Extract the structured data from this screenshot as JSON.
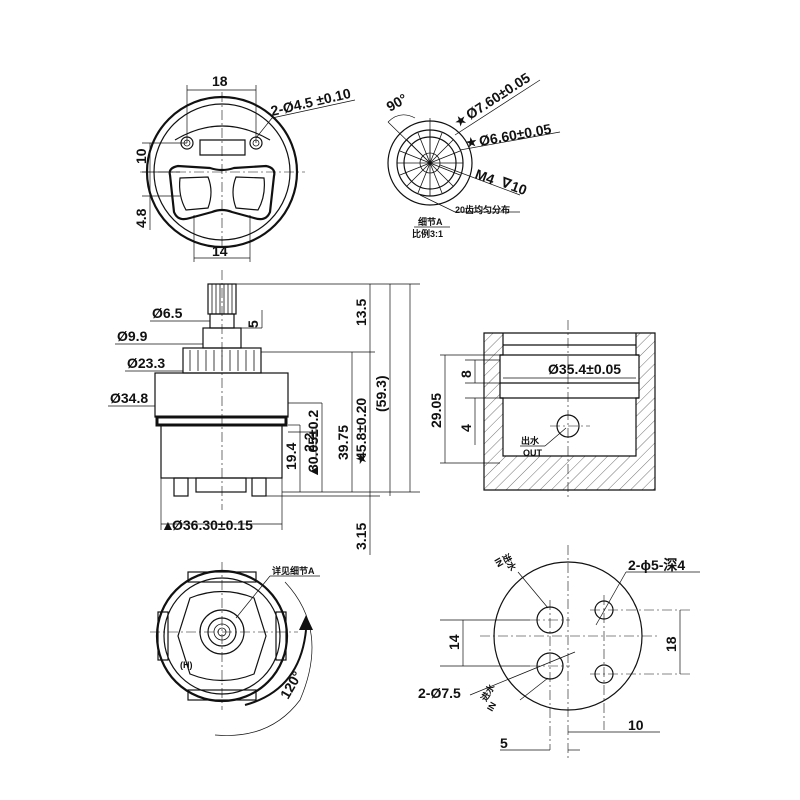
{
  "top_left_view": {
    "dim_top": "18",
    "dim_holes": "2-Ø4.5 ±0.10",
    "dim_left_upper": "10",
    "dim_left_lower": "4.8",
    "dim_bottom": "14"
  },
  "detail_view": {
    "angle": "90°",
    "dim_outer": "Ø7.60±0.05",
    "dim_inner": "Ø6.60±0.05",
    "thread": "M4",
    "thread_depth": "10",
    "teeth_note": "20齿均匀分布",
    "title": "细节A",
    "scale": "比例3:1"
  },
  "side_view": {
    "d_stem": "Ø6.5",
    "d_collar": "Ø9.9",
    "d_cap": "Ø23.3",
    "d_body": "Ø34.8",
    "d_base": "Ø36.30±0.15",
    "h_stem_step": "5",
    "h_stem": "13.5",
    "h_total_ref": "(59.3)",
    "h_body": "45.8±0.20",
    "h_cap": "39.75",
    "h_seal": "30.05±0.2",
    "h_lower": "19.4",
    "h_groove": "2.2",
    "h_foot": "3.15"
  },
  "section_view": {
    "d_bore": "Ø35.4±0.05",
    "h_total": "29.05",
    "h_top": "8",
    "h_port": "4",
    "outlet_cn": "出水",
    "outlet_en": "OUT"
  },
  "bottom_left_view": {
    "note": "详见细节A",
    "rotation": "120°"
  },
  "bottom_right_view": {
    "holes_small": "2-ϕ5-深4",
    "holes_large": "2-Ø7.5",
    "inlet_top_cn": "进水",
    "inlet_top_en": "IN",
    "inlet_bottom_cn": "进水",
    "inlet_bottom_en": "IN",
    "dim_left": "14",
    "dim_right": "18",
    "dim_bottom_left": "5",
    "dim_bottom_right": "10"
  }
}
